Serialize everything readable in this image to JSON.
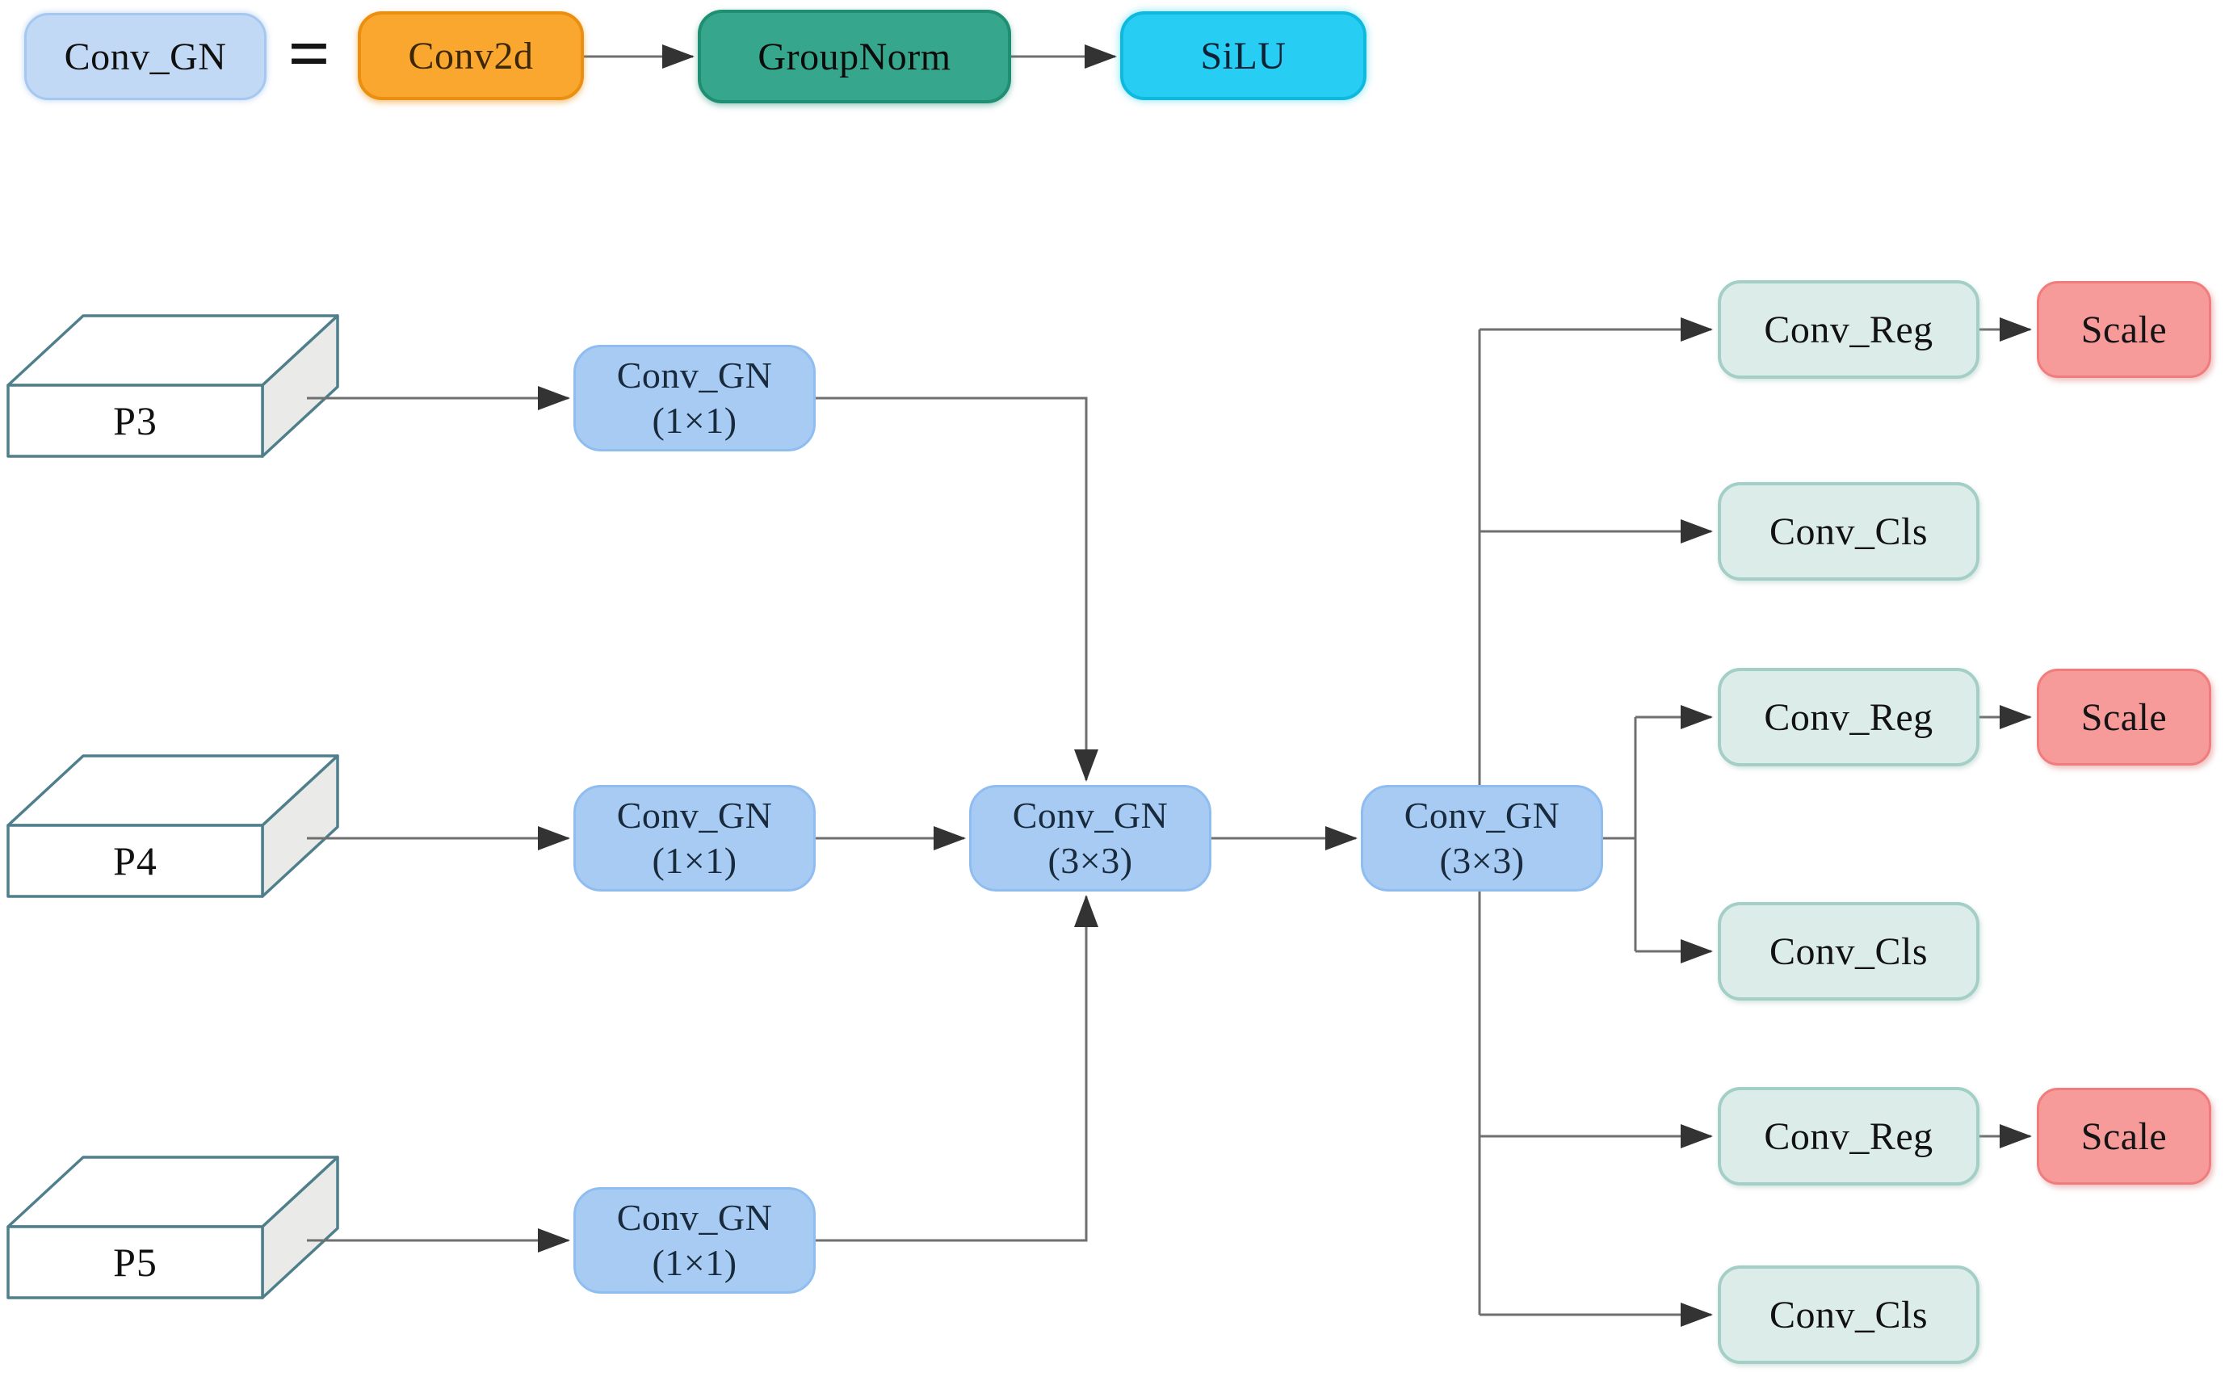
{
  "legend": {
    "result_label": "Conv_GN",
    "equals": "=",
    "conv2d_label": "Conv2d",
    "groupnorm_label": "GroupNorm",
    "silu_label": "SiLU"
  },
  "inputs": {
    "p3_label": "P3",
    "p4_label": "P4",
    "p5_label": "P5"
  },
  "blocks": {
    "conv_gn_label": "Conv_GN",
    "kernel_1x1": "(1×1)",
    "kernel_3x3": "(3×3)"
  },
  "heads": {
    "reg_label": "Conv_Reg",
    "cls_label": "Conv_Cls",
    "scale_label": "Scale"
  },
  "colors": {
    "legend_blue_fill": "#c2d9f6",
    "block_blue_fill": "#a7cbf3",
    "orange_fill": "#f9a72e",
    "green_fill": "#36a78c",
    "cyan_fill": "#27cdf2",
    "head_fill": "#dcede9",
    "head_border": "#a3cfc6",
    "scale_fill": "#f79a9a",
    "scale_border": "#ef7d7d",
    "line_gray": "#6f6f6f",
    "arrow_dark": "#333333",
    "edge3d": "#4e7f8b",
    "side3d": "#eaeae8"
  }
}
